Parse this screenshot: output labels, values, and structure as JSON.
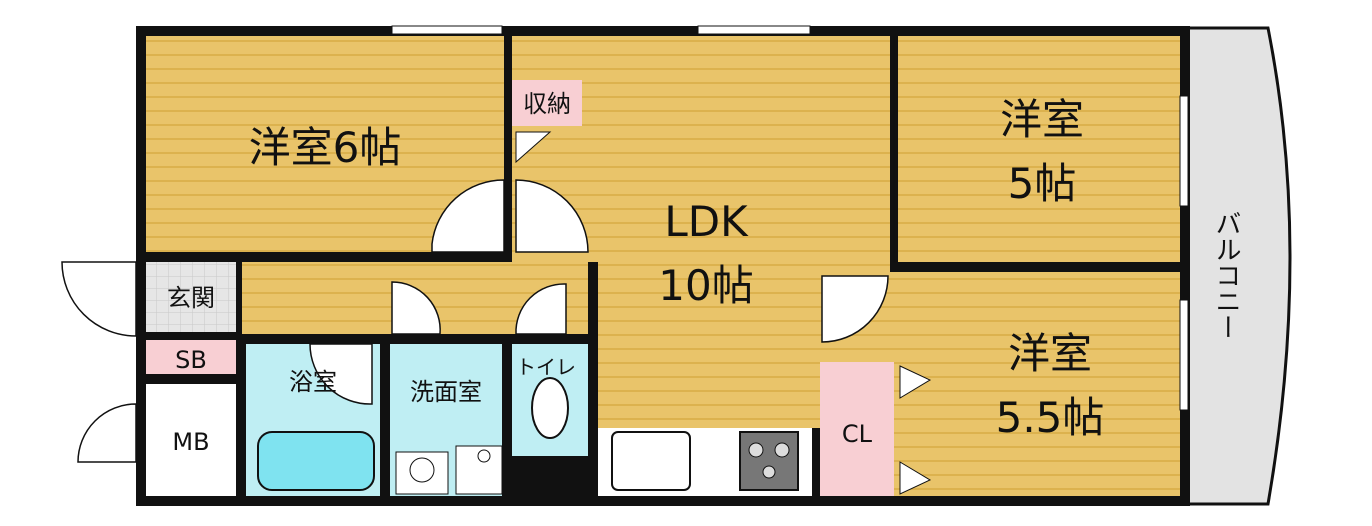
{
  "rooms": {
    "western_6": "洋室6帖",
    "western_5_a": "洋室",
    "western_5_b": "5帖",
    "western_55_a": "洋室",
    "western_55_b": "5.5帖",
    "ldk_a": "LDK",
    "ldk_b": "10帖",
    "storage": "収納",
    "entrance": "玄関",
    "shoe_box": "SB",
    "meter_box": "MB",
    "bath": "浴室",
    "washroom": "洗面室",
    "toilet": "トイレ",
    "closet": "CL",
    "balcony": "バルコニー"
  },
  "colors": {
    "floor": "#e9c46a",
    "floor_line": "#d8ad45",
    "wet": "#bfeef3",
    "tile": "#e6e6e6",
    "pink": "#f8cfd3",
    "balcony": "#e3e3e3",
    "wall": "#111111"
  }
}
